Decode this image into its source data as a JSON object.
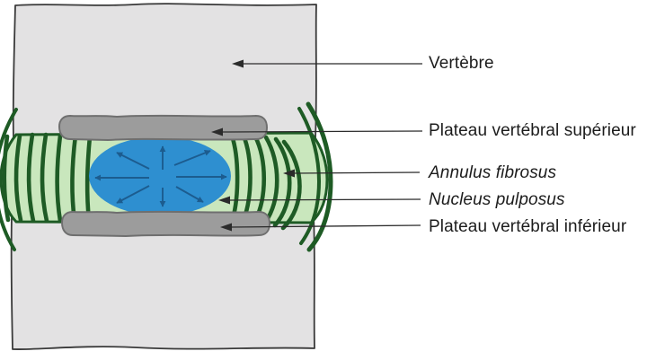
{
  "labels": {
    "vertebre": "Vertèbre",
    "plateau_superieur": "Plateau vertébral supérieur",
    "annulus_fibrosus": "Annulus fibrosus",
    "nucleus_pulposus": "Nucleus pulposus",
    "plateau_inferieur": "Plateau vertébral inférieur"
  },
  "colors": {
    "background": "#ffffff",
    "vertebra-fill": "#e3e2e3",
    "vertebra-stroke": "#3a3a3a",
    "plateau-fill": "#9c9c9c",
    "plateau-stroke": "#6f6f6f",
    "annulus-light": "#c9e7bd",
    "annulus-dark": "#1e5b25",
    "nucleus-blue": "#2e8fd0",
    "arrow-blue": "#1c5c8f",
    "leader-line": "#2b2b2b",
    "text": "#1c1c1c"
  }
}
